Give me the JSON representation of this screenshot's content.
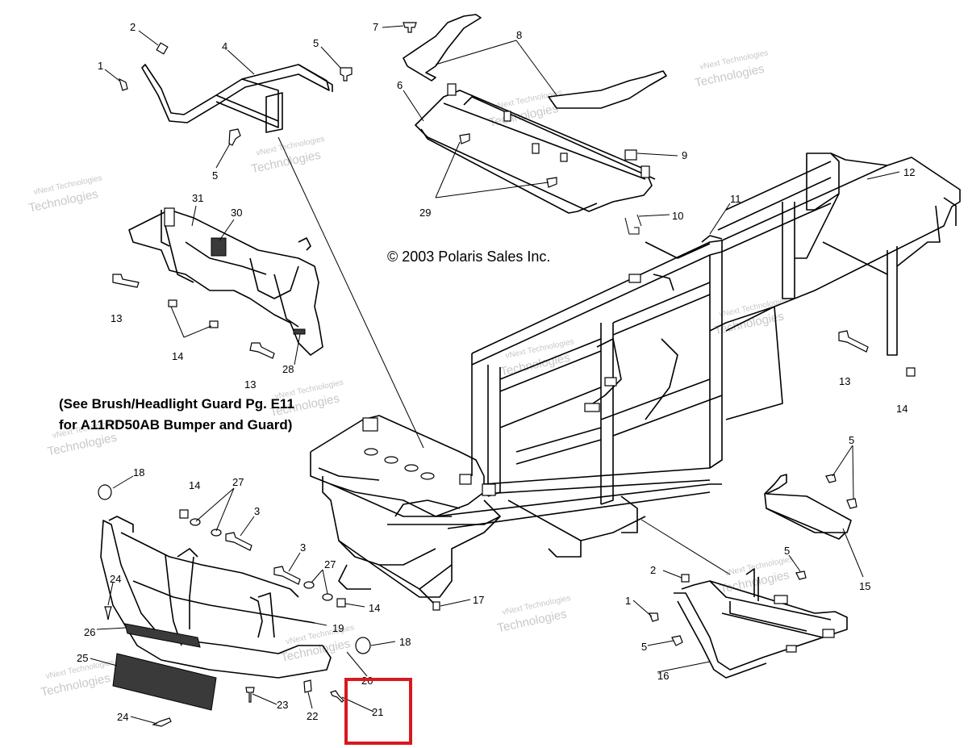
{
  "diagram": {
    "copyright": "© 2003 Polaris Sales Inc.",
    "note_line1": "(See Brush/Headlight Guard Pg. E11",
    "note_line2": "for A11RD50AB Bumper and Guard)",
    "watermark_line1": "vNext Technologies",
    "watermark_line2": "Technologies",
    "highlight_color": "#d71920",
    "callouts": {
      "c1a": "1",
      "c2a": "2",
      "c4": "4",
      "c5a": "5",
      "c5b": "5",
      "c7": "7",
      "c8": "8",
      "c6": "6",
      "c9": "9",
      "c29": "29",
      "c10": "10",
      "c12": "12",
      "c11": "11",
      "c31": "31",
      "c30": "30",
      "c13a": "13",
      "c14a": "14",
      "c13b": "13",
      "c28": "28",
      "c13c": "13",
      "c14b": "14",
      "c18a": "18",
      "c14c": "14",
      "c27a": "27",
      "c3a": "3",
      "c5c": "5",
      "c15": "15",
      "c5d": "5",
      "c3b": "3",
      "c27b": "27",
      "c14d": "14",
      "c24a": "24",
      "c17": "17",
      "c2b": "2",
      "c1b": "1",
      "c26": "26",
      "c19": "19",
      "c18b": "18",
      "c5e": "5",
      "c25": "25",
      "c20": "20",
      "c16": "16",
      "c23": "23",
      "c22": "22",
      "c21": "21",
      "c24b": "24"
    }
  }
}
